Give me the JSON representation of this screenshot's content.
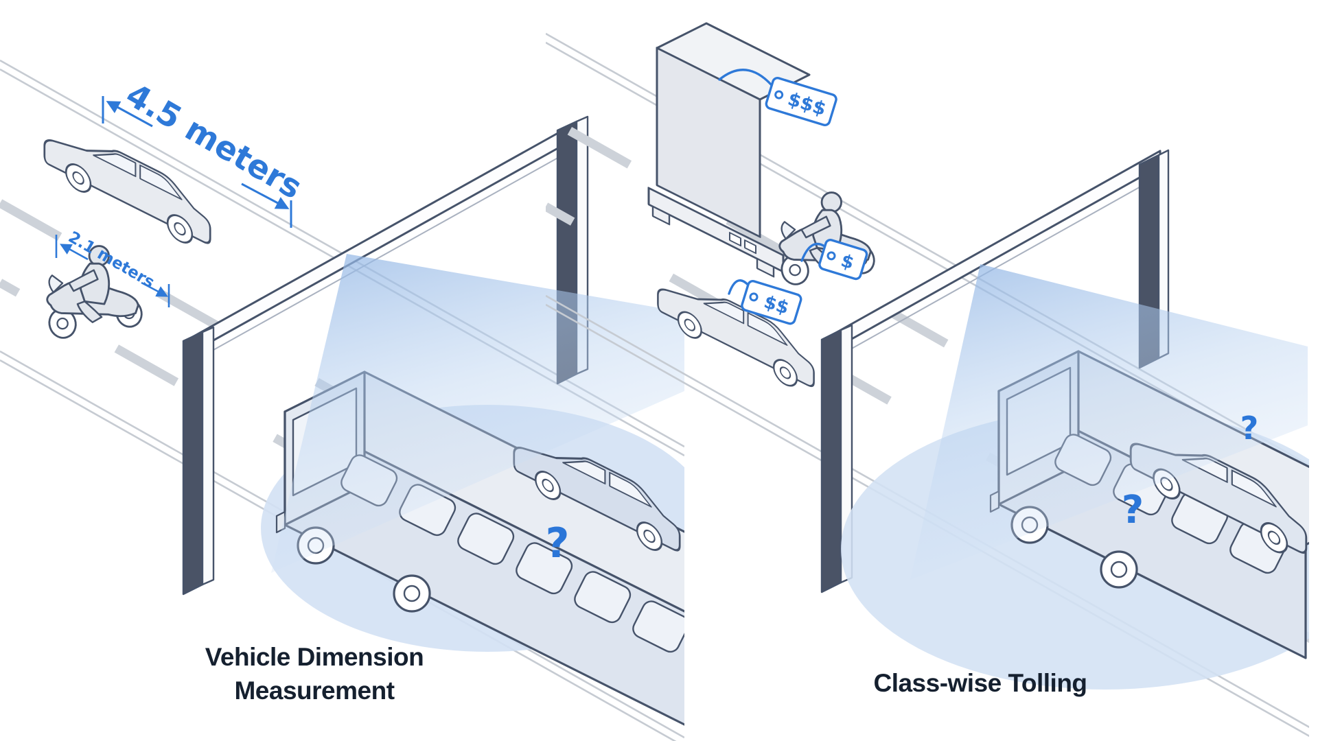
{
  "illustration": {
    "left": {
      "caption_line1": "Vehicle Dimension",
      "caption_line2": "Measurement",
      "car_length_label": "4.5 meters",
      "motorcycle_length_label": "2.1 meters",
      "unmeasured_bus_label": "?"
    },
    "right": {
      "caption": "Class-wise Tolling",
      "truck_toll_tag": "$$$",
      "car_toll_tag": "$$",
      "motorcycle_toll_tag": "$",
      "unclassified_bus_label": "?",
      "unclassified_car_label": "?"
    },
    "colors": {
      "accent_blue": "#2E79D8",
      "outline_dark": "#46536A",
      "vehicle_fill": "#E8EBF0",
      "tinted_vehicle_fill": "#D5DEEC",
      "gantry_dark": "#4A5366",
      "beam_pool_fill": "#D3E1F4",
      "road_line": "#C6CBD2",
      "caption_text": "#15202F"
    }
  }
}
